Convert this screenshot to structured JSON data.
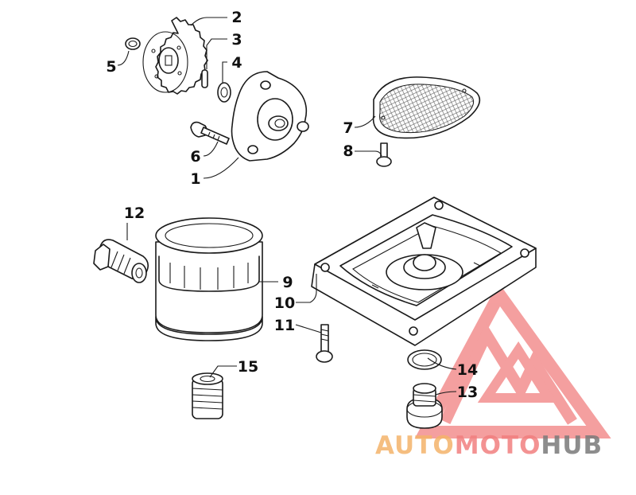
{
  "diagram": {
    "callouts": {
      "c1": "1",
      "c2": "2",
      "c3": "3",
      "c4": "4",
      "c5": "5",
      "c6": "6",
      "c7": "7",
      "c8": "8",
      "c9": "9",
      "c10": "10",
      "c11": "11",
      "c12": "12",
      "c13": "13",
      "c14": "14",
      "c15": "15"
    }
  },
  "watermark": {
    "part_a": "AUTO",
    "part_b": "MOTO",
    "part_c": "HUB",
    "colors": {
      "orange": "#f4b36b",
      "red": "#f17f7f",
      "gray": "#7a7a7a"
    }
  }
}
